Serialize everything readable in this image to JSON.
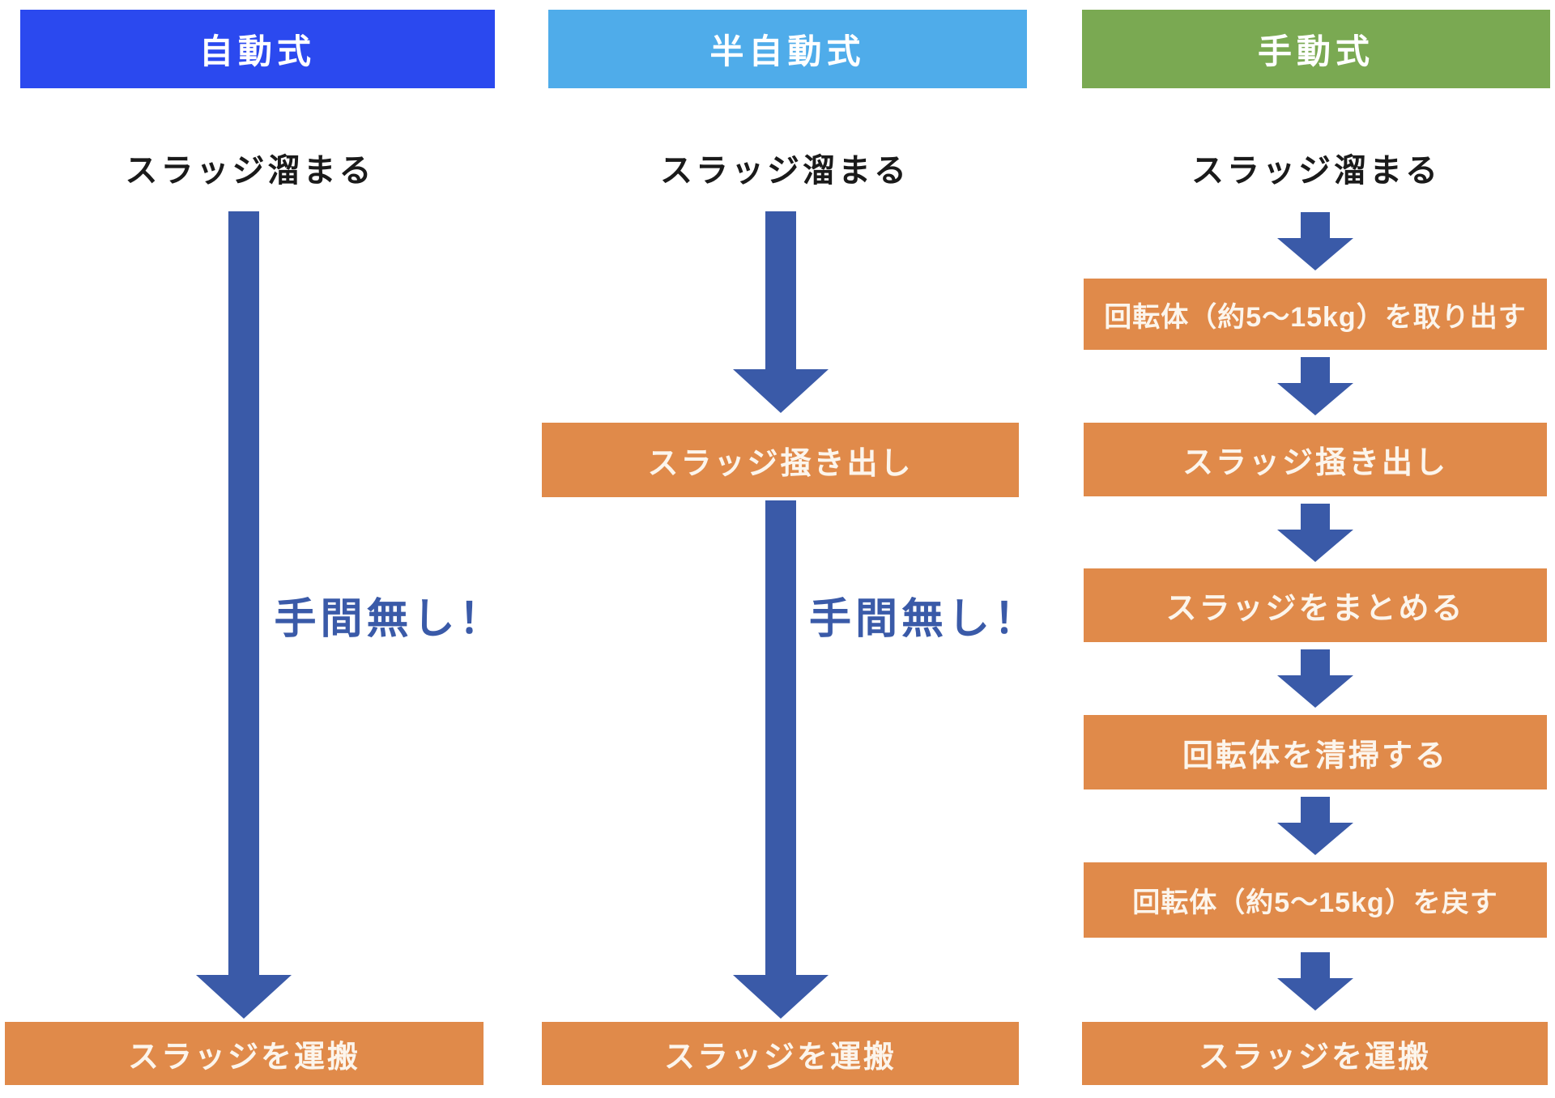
{
  "columns": [
    {
      "id": "automatic",
      "header": "自動式",
      "start_label": "スラッジ溜まる",
      "annotation": "手間無し！",
      "steps": [],
      "end_box": "スラッジを運搬"
    },
    {
      "id": "semi-automatic",
      "header": "半自動式",
      "start_label": "スラッジ溜まる",
      "annotation": "手間無し！",
      "steps": [
        "スラッジ掻き出し"
      ],
      "end_box": "スラッジを運搬"
    },
    {
      "id": "manual",
      "header": "手動式",
      "start_label": "スラッジ溜まる",
      "steps": [
        "回転体（約5〜15kg）を取り出す",
        "スラッジ掻き出し",
        "スラッジをまとめる",
        "回転体を清掃する",
        "回転体（約5〜15kg）を戻す"
      ],
      "end_box": "スラッジを運搬"
    }
  ],
  "colors": {
    "automatic_header": "#2b49ef",
    "semi_automatic_header": "#4facea",
    "manual_header": "#7aa952",
    "process_box": "#e08a4a",
    "arrow": "#3a5aa8",
    "annotation_text": "#3a5aa8"
  }
}
